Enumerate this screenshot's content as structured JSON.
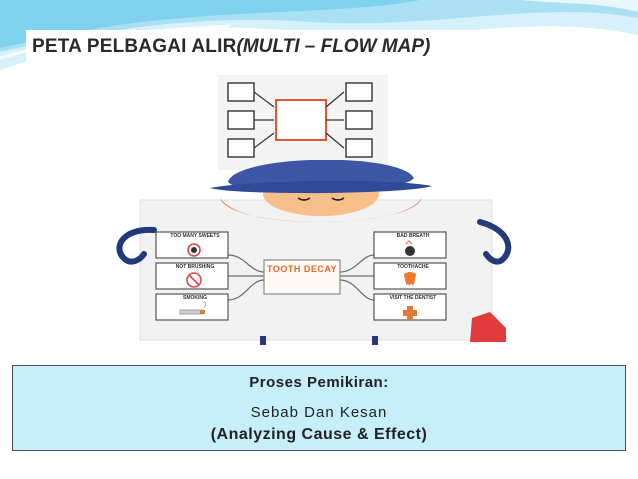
{
  "slide": {
    "title_bold": "PETA PELBAGAI ALIR",
    "title_italic_open": "(",
    "title_italic": "MULTI – FLOW MAP",
    "title_italic_close": ")"
  },
  "poster": {
    "center": "TOOTH DECAY",
    "causes": [
      "TOO MANY SWEETS",
      "NOT BRUSHING",
      "SMOKING"
    ],
    "effects": [
      "BAD BREATH",
      "TOOTHACHE",
      "VISIT THE DENTIST"
    ]
  },
  "caption": {
    "line1": "Proses Pemikiran:",
    "line2": "Sebab Dan Kesan",
    "line3": "(Analyzing Cause & Effect)"
  },
  "colors": {
    "wave_light": "#bfe9f7",
    "wave_mid": "#7fd2ee",
    "caption_bg": "#c6eefb",
    "hat": "#3d57a6",
    "hair": "#ef7a2e",
    "center_text": "#e26a2c"
  }
}
